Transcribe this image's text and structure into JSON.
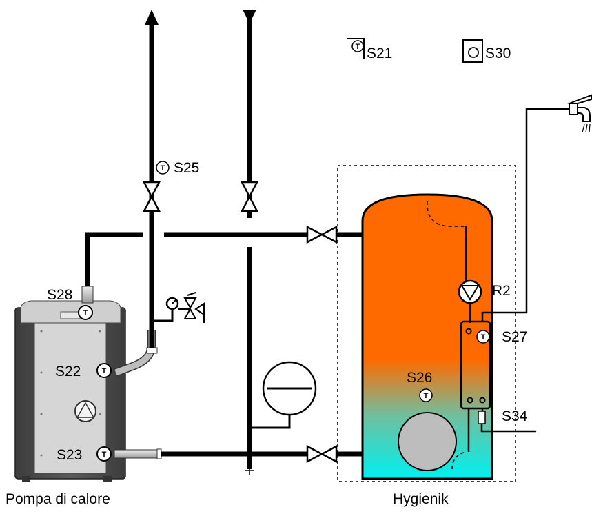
{
  "labels": {
    "s21": "S21",
    "s30": "S30",
    "s25": "S25",
    "s28": "S28",
    "s22": "S22",
    "s23": "S23",
    "s26": "S26",
    "s27": "S27",
    "s34": "S34",
    "r2": "R2"
  },
  "captions": {
    "heat_pump": "Pompa di calore",
    "tank": "Hygienik"
  },
  "sensor_symbol": "T",
  "colors": {
    "tank_top": "#ff6a00",
    "tank_bottom": "#00f0f0",
    "pipe": "#000000",
    "heat_pump_body": "#4a4a4a",
    "heat_pump_panel": "#d8d8d8",
    "coil": "#bdbdbd"
  }
}
